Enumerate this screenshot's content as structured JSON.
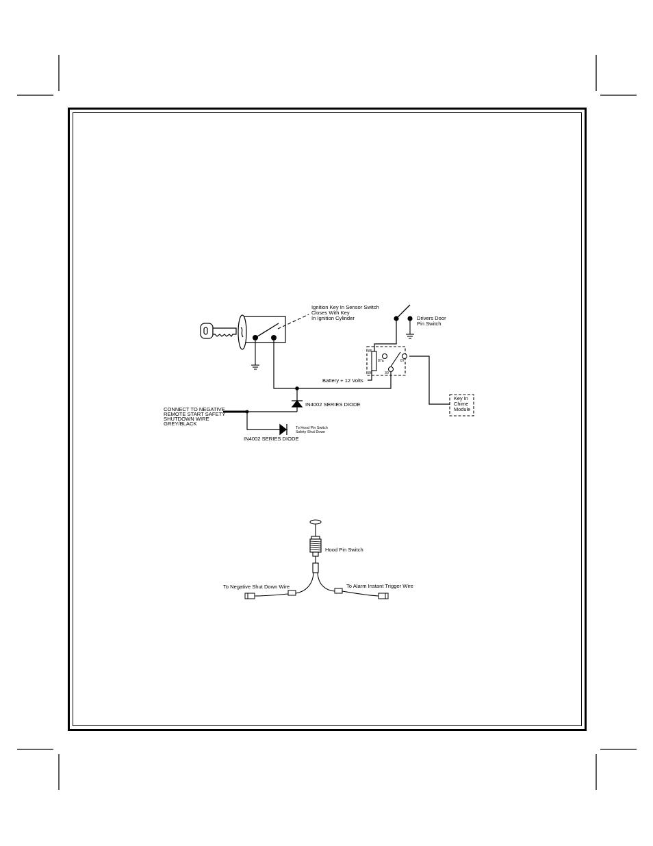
{
  "wiring_diagram": {
    "ignition_switch_label": [
      "Ignition Key In Sensor Switch",
      "Closes With Key",
      "In Ignition Cylinder"
    ],
    "door_switch_label": [
      "Drivers Door",
      "Pin Switch"
    ],
    "relay_pins": {
      "p85": "85",
      "p86": "86",
      "p87a": "87a",
      "p87": "87",
      "p30": "30"
    },
    "battery_label": "Battery + 12 Volts",
    "chime_module_label": [
      "Key In",
      "Chime",
      "Module"
    ],
    "diode_main_label": "IN4002 SERIES DIODE",
    "remote_start_label": [
      "CONNECT TO NEGATIVE",
      "REMOTE START SAFETY",
      "SHUTDOWN WIRE",
      "GREY/BLACK"
    ],
    "hood_shutdown_label": [
      "To Hood Pin Switch",
      "Safety Shut Down"
    ],
    "diode_lower_label": "IN4002 SERIES DIODE"
  },
  "hood_pin_diagram": {
    "hood_pin_label": "Hood Pin Switch",
    "left_wire_label": "To Negative Shut Down Wire",
    "right_wire_label": "To Alarm Instant Trigger Wire"
  }
}
